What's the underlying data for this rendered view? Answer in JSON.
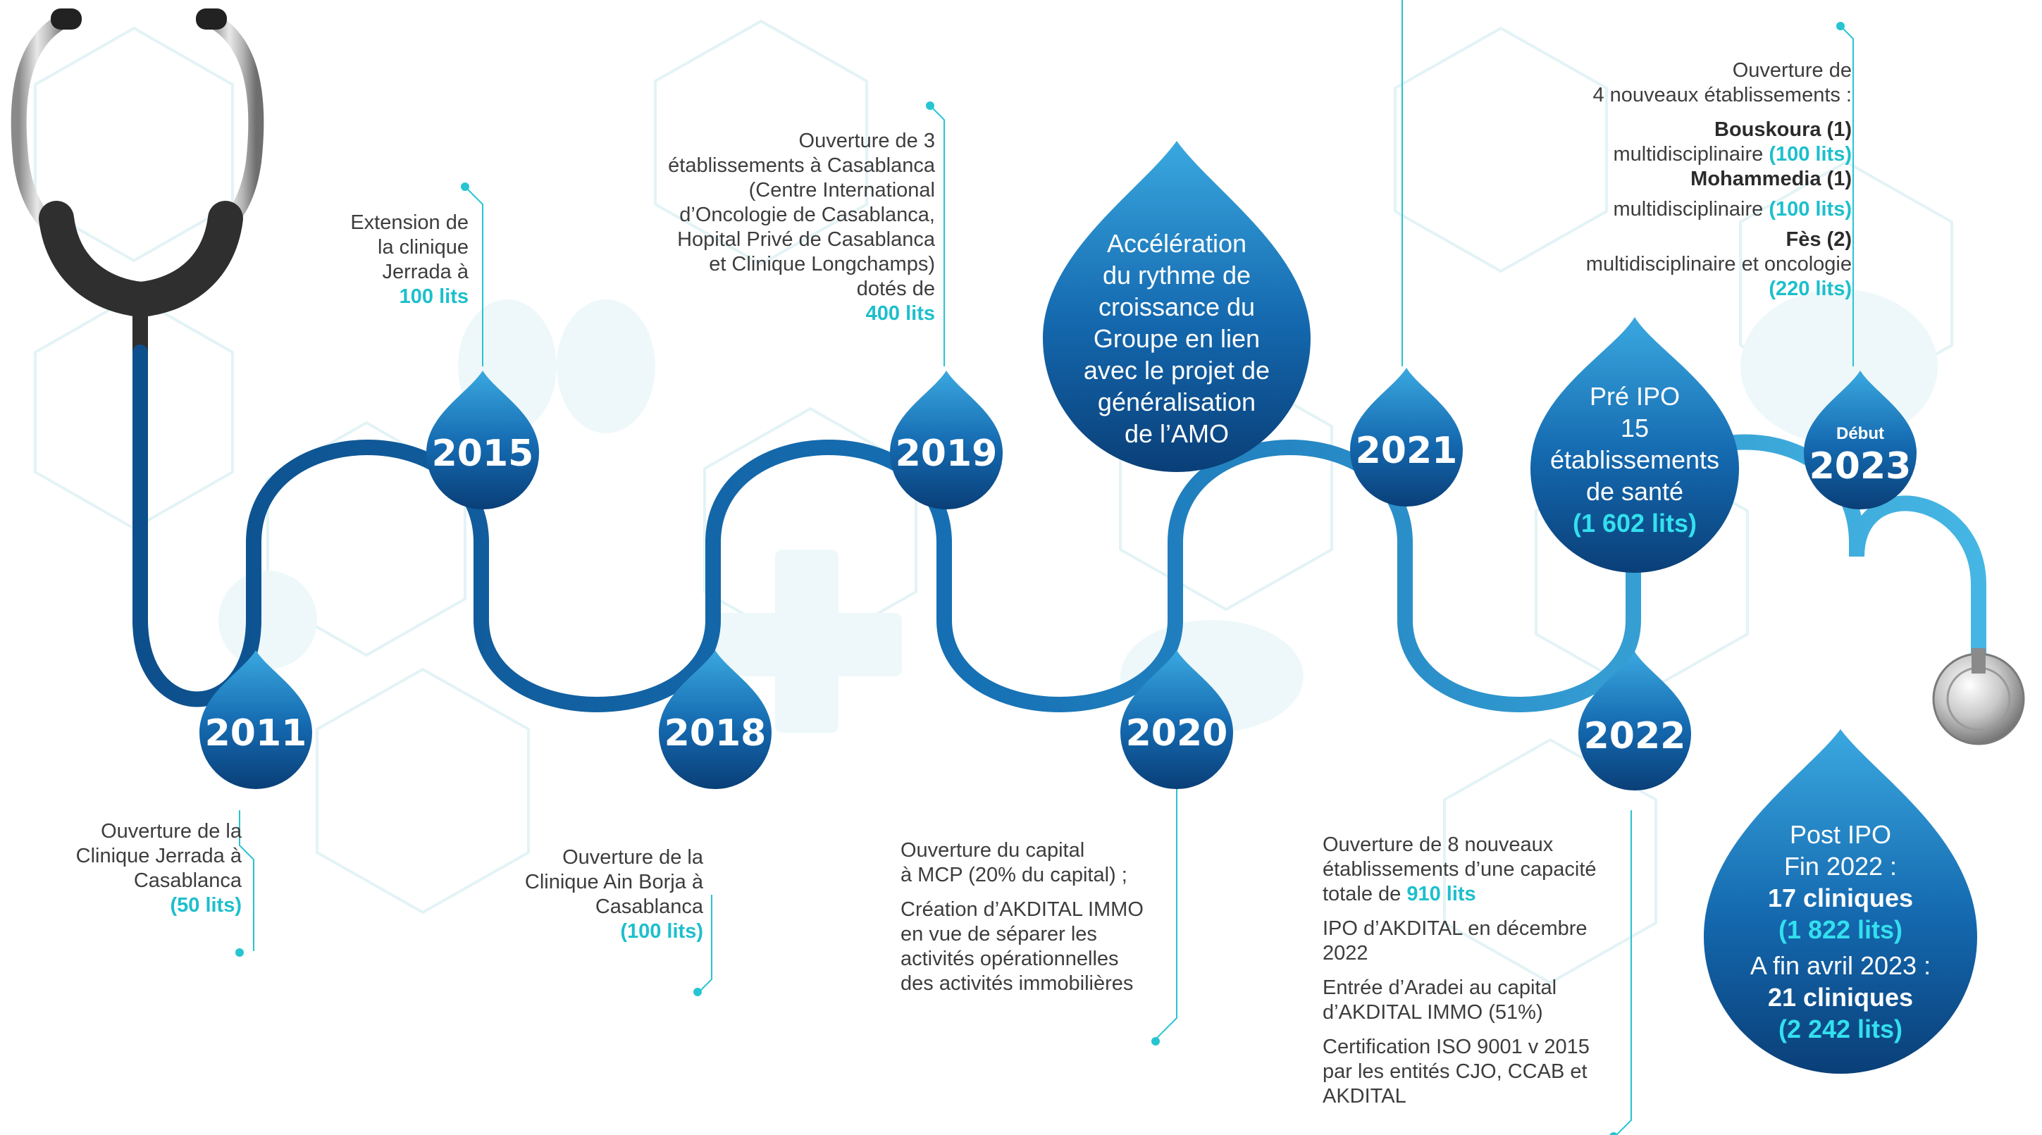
{
  "colors": {
    "dark_blue": "#0b4f8a",
    "mid_blue": "#1572b3",
    "light_blue": "#3dadd6",
    "accent_cyan": "#1dbfcc",
    "text_gray": "#3d3d3d"
  },
  "years": {
    "y2011": "2011",
    "y2015": "2015",
    "y2018": "2018",
    "y2019": "2019",
    "y2020": "2020",
    "y2021": "2021",
    "y2022": "2022",
    "y2023_small": "Début",
    "y2023": "2023"
  },
  "events": {
    "e2011": {
      "lines": [
        "Ouverture de la",
        "Clinique Jerrada à",
        "Casablanca"
      ],
      "highlight": "(50 lits)"
    },
    "e2015": {
      "lines": [
        "Extension de",
        "la clinique",
        "Jerrada à"
      ],
      "highlight": "100 lits"
    },
    "e2018": {
      "lines": [
        "Ouverture de la",
        "Clinique Ain Borja à",
        "Casablanca"
      ],
      "highlight": "(100 lits)"
    },
    "e2019": {
      "lines": [
        "Ouverture de 3",
        "établissements à Casablanca",
        "(Centre International",
        "d’Oncologie de Casablanca,",
        "Hopital Privé de Casablanca",
        "et Clinique Longchamps)",
        "dotés de"
      ],
      "highlight": "400 lits"
    },
    "e2020": {
      "p1": [
        "Ouverture du capital",
        "à MCP (20% du capital) ;"
      ],
      "p2": [
        "Création d’AKDITAL IMMO",
        "en vue de séparer les",
        "activités opérationnelles",
        "des activités immobilières"
      ]
    },
    "e2022": {
      "p1_lines": [
        "Ouverture de 8 nouveaux",
        "établissements d’une capacité"
      ],
      "p1_last": "totale de ",
      "p1_highlight": "910 lits",
      "p2": [
        "IPO d’AKDITAL en décembre",
        "2022"
      ],
      "p3": [
        "Entrée d’Aradei au capital",
        "d’AKDITAL IMMO (51%)"
      ],
      "p4": [
        "Certification ISO 9001 v 2015",
        "par les entités CJO, CCAB et",
        "AKDITAL"
      ]
    },
    "e2023": {
      "intro": [
        "Ouverture de",
        "4 nouveaux établissements :"
      ],
      "city1": "Bouskoura (1)",
      "type1": "multidisciplinaire ",
      "beds1": "(100 lits)",
      "city2": "Mohammedia (1)",
      "type2": "multidisciplinaire ",
      "beds2": "(100 lits)",
      "city3": "Fès (2)",
      "type3": "multidisciplinaire et oncologie",
      "beds3": "(220 lits)"
    }
  },
  "drops": {
    "acceleration": [
      "Accélération",
      "du rythme de",
      "croissance du",
      "Groupe en lien",
      "avec le projet de",
      "généralisation",
      "de l’AMO"
    ],
    "pre_ipo": {
      "lines": [
        "Pré IPO",
        "15",
        "établissements",
        "de santé"
      ],
      "highlight": "(1 602 lits)"
    },
    "post_ipo": {
      "l1": "Post IPO",
      "l2": "Fin 2022 :",
      "l3": "17 cliniques",
      "l4": "(1 822 lits)",
      "l5": "A fin avril 2023 :",
      "l6": "21 cliniques",
      "l7": "(2 242 lits)"
    }
  }
}
